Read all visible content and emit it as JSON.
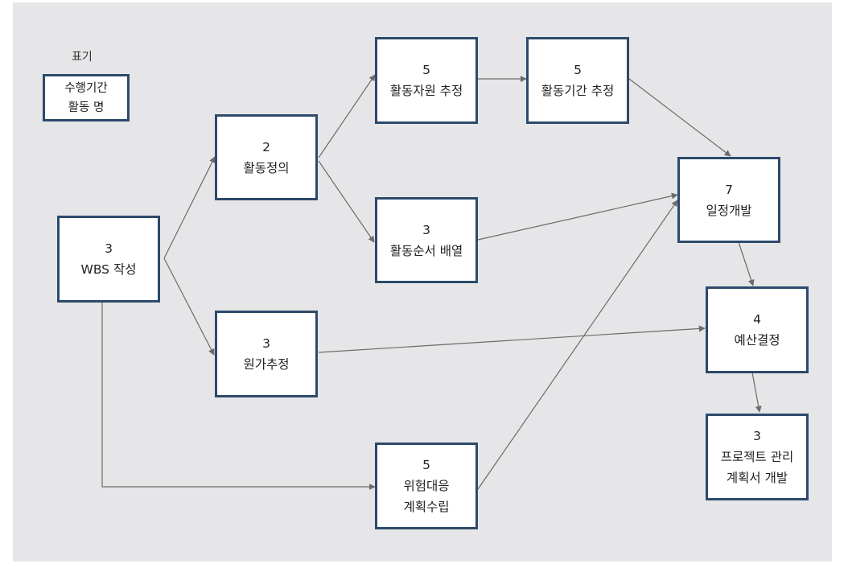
{
  "legend": {
    "title": "표기",
    "line1": "수행기간",
    "line2": "활동 명"
  },
  "colors": {
    "background": "#e6e6e8",
    "box_border": "#2c4a6b",
    "arrow": "#6b6b6b"
  },
  "nodes": {
    "wbs": {
      "duration": "3",
      "name": "WBS 작성"
    },
    "activity": {
      "duration": "2",
      "name": "활동정의"
    },
    "cost": {
      "duration": "3",
      "name": "원가추정"
    },
    "resource": {
      "duration": "5",
      "name": "활동자원 추정"
    },
    "sequence": {
      "duration": "3",
      "name": "활동순서 배열"
    },
    "risk": {
      "duration": "5",
      "name_line1": "위험대응",
      "name_line2": "계획수립"
    },
    "period": {
      "duration": "5",
      "name": "활동기간 추정"
    },
    "schedule": {
      "duration": "7",
      "name": "일정개발"
    },
    "budget": {
      "duration": "4",
      "name": "예산결정"
    },
    "plan": {
      "duration": "3",
      "name_line1": "프로젝트 관리",
      "name_line2": "계획서 개발"
    }
  },
  "edges": [
    [
      "wbs",
      "activity"
    ],
    [
      "wbs",
      "cost"
    ],
    [
      "wbs",
      "risk"
    ],
    [
      "activity",
      "resource"
    ],
    [
      "activity",
      "sequence"
    ],
    [
      "resource",
      "period"
    ],
    [
      "period",
      "schedule"
    ],
    [
      "sequence",
      "schedule"
    ],
    [
      "risk",
      "schedule"
    ],
    [
      "cost",
      "budget"
    ],
    [
      "schedule",
      "budget"
    ],
    [
      "budget",
      "plan"
    ]
  ]
}
